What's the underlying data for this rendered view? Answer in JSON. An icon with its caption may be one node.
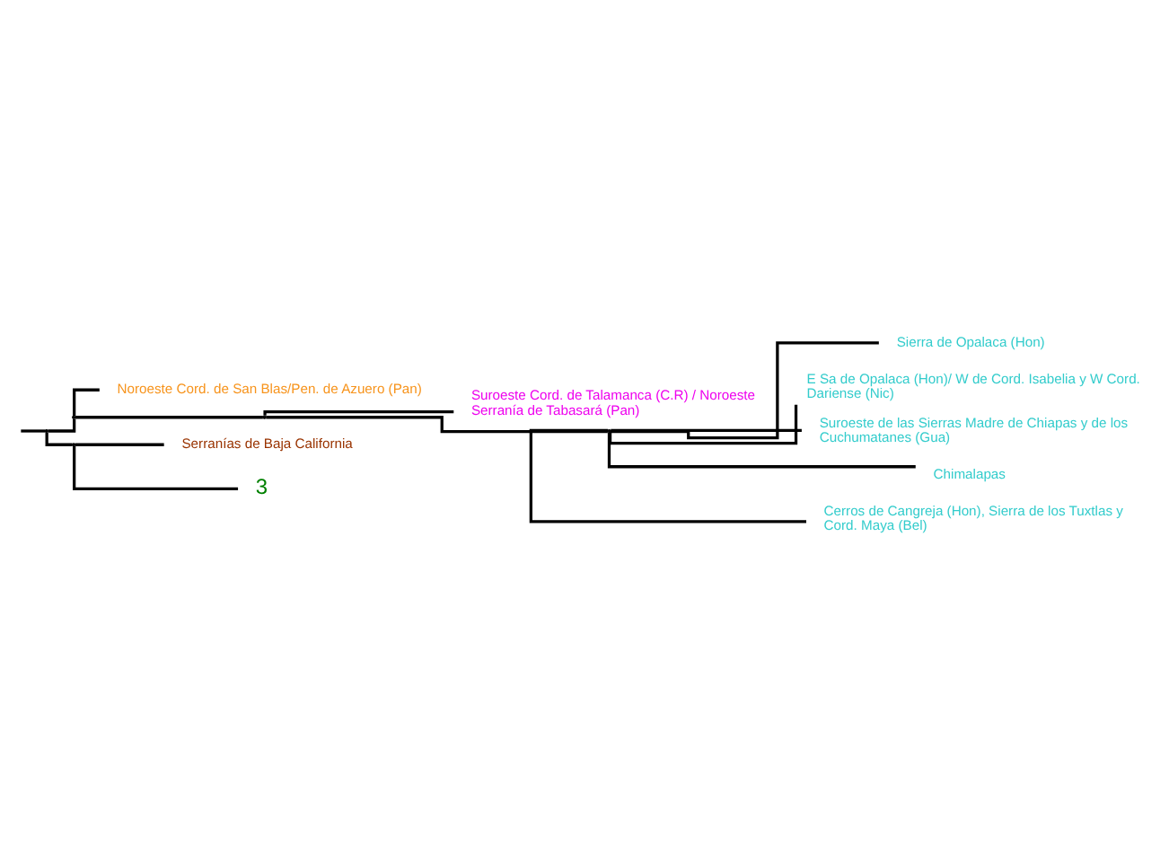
{
  "diagram": {
    "nodes": [
      {
        "text": [],
        "shape": "point"
      },
      {
        "text": [],
        "shape": "point"
      },
      {
        "text": [],
        "shape": "point"
      },
      {
        "text": [],
        "shape": "point"
      },
      {
        "text": [],
        "shape": "point"
      },
      {
        "text": [
          "Noroeste Cord. de San Blas/Pen. de Azuero (Pan)"
        ]
      },
      {
        "text": [
          "Suroeste Cord. de Talamanca (C.R) / Noroeste Serranía de Tabasará (Pan)"
        ]
      },
      {
        "text": [
          "Sierra de Opalaca (Hon)"
        ]
      },
      {
        "text": [
          "E Sa de Opalaca (Hon)/ W de Cord. Isabelia y W Cord. Dariense (Nic)"
        ]
      },
      {
        "text": [
          "Suroeste de las Sierras Madre de Chiapas y de los Cuchumatanes (Gua)"
        ]
      },
      {
        "text": [
          "Chimalapas"
        ]
      },
      {
        "text": [
          "Cerros de Cangreja (Hon), Sierra de los Tuxtlas y Cord. Maya (Bel)"
        ]
      },
      {
        "text": [
          "Serranías de Baja California"
        ]
      },
      {
        "text": [
          "3"
        ]
      }
    ],
    "edges": [
      {
        "from": null,
        "to": 0,
        "arrow": "none"
      },
      {
        "from": 0,
        "to": 1,
        "arrow": "none"
      },
      {
        "from": 0,
        "to": 2,
        "arrow": "none"
      },
      {
        "from": 1,
        "to": 5,
        "arrow": "none"
      },
      {
        "from": 1,
        "to": 3,
        "arrow": "none"
      },
      {
        "from": 3,
        "to": 6,
        "arrow": "none"
      },
      {
        "from": 3,
        "to": 4,
        "arrow": "none"
      },
      {
        "from": 4,
        "to": 7,
        "arrow": "none"
      },
      {
        "from": 4,
        "to": 8,
        "arrow": "none"
      },
      {
        "from": 4,
        "to": 9,
        "arrow": "none"
      },
      {
        "from": 4,
        "to": 10,
        "arrow": "none"
      },
      {
        "from": 4,
        "to": 11,
        "arrow": "none"
      },
      {
        "from": 2,
        "to": 12,
        "arrow": "none"
      },
      {
        "from": 2,
        "to": 13,
        "arrow": "none"
      }
    ]
  }
}
